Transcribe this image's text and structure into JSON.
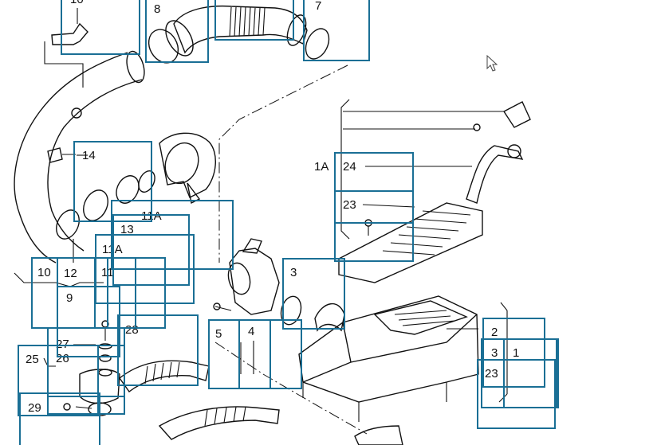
{
  "diagram": {
    "callouts": {
      "c7": "7",
      "c8": "8",
      "c10top": "10",
      "c14": "14",
      "c1a_left": "1A",
      "c24": "24",
      "c23_top": "23",
      "c11a_a": "11A",
      "c13": "13",
      "c11a_b": "11A",
      "c10": "10",
      "c12": "12",
      "c11": "11",
      "c9": "9",
      "c3": "3",
      "c28": "28",
      "c27": "27",
      "c26": "26",
      "c25": "25",
      "c29": "29",
      "c5": "5",
      "c4": "4",
      "c2": "2",
      "c3r": "3",
      "c1": "1",
      "c23_bot": "23"
    },
    "hotspots": [
      "7",
      "8",
      "10",
      "14",
      "24",
      "23",
      "11A",
      "13",
      "11A",
      "9",
      "10",
      "12",
      "11",
      "3",
      "28",
      "27",
      "26",
      "25",
      "29",
      "5",
      "4",
      "2",
      "3",
      "1",
      "23"
    ]
  },
  "cursor": {
    "icon": "mouse-pointer-icon"
  },
  "colors": {
    "hotspot": "#1a6f95",
    "lines": "#111111",
    "background": "#ffffff"
  }
}
